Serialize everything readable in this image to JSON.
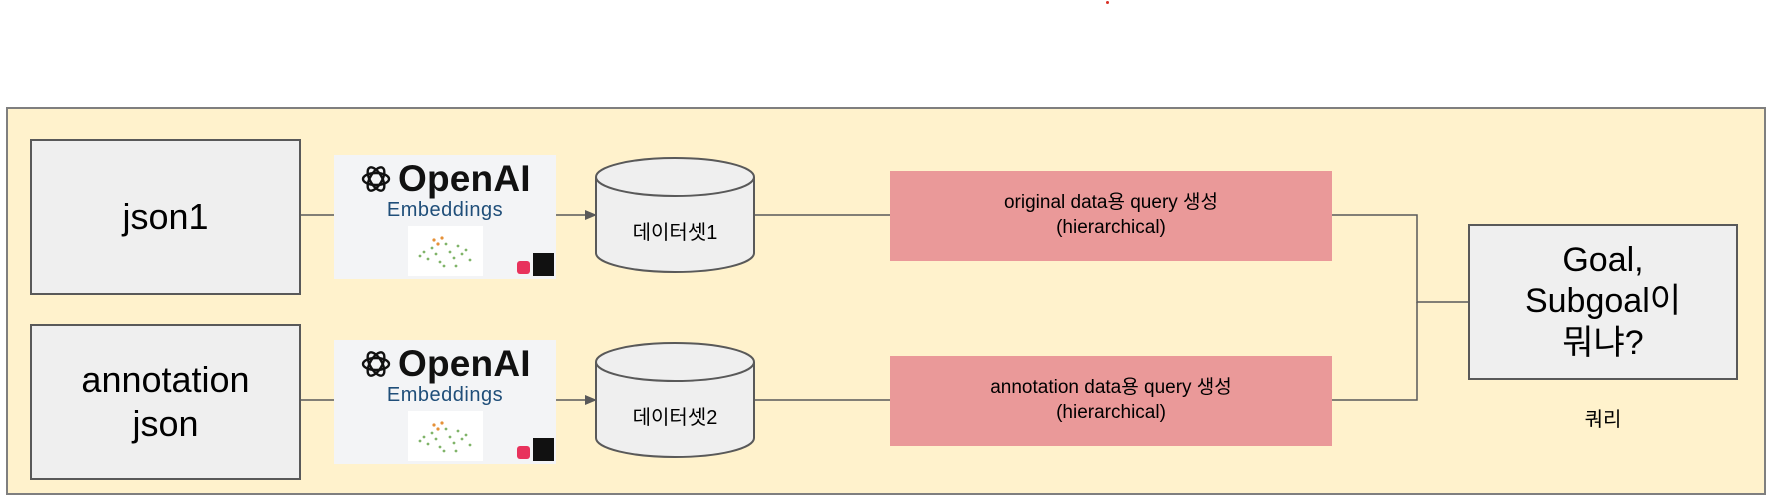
{
  "colors": {
    "panel_background": "#fff2cc",
    "source_box": "#efefef",
    "query_box": "#ea9999",
    "connector": "#595959"
  },
  "sources": {
    "json1": "json1",
    "annotation": "annotation\njson"
  },
  "embeddings": {
    "brand": "OpenAI",
    "subtitle": "Embeddings",
    "logo_icon": "openai-logo-icon"
  },
  "datasets": {
    "first": "데이터셋1",
    "second": "데이터셋2"
  },
  "queries": {
    "original": "original data용 query 생성\n(hierarchical)",
    "annotation": "annotation data용 query 생성\n(hierarchical)"
  },
  "goal": {
    "text": "Goal,\nSubgoal이\n뭐냐?",
    "caption": "쿼리"
  }
}
